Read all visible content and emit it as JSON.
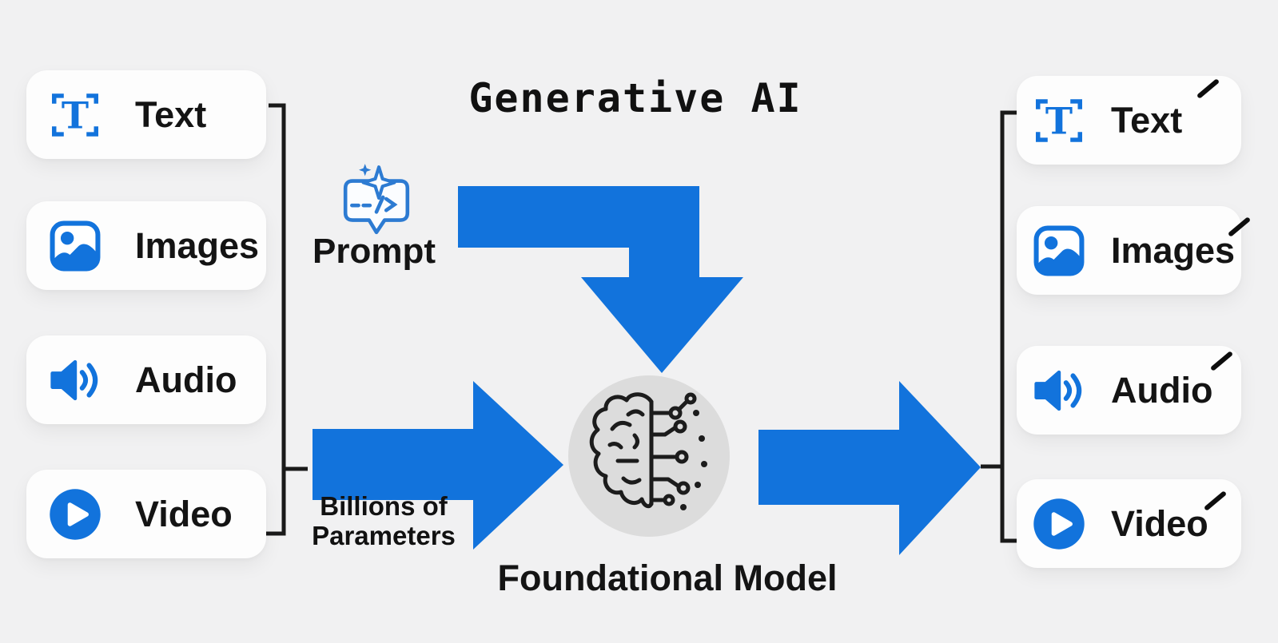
{
  "title": "Generative AI",
  "colors": {
    "accent_blue": "#1273DC",
    "background": "#F1F1F2",
    "card": "#FDFDFD",
    "line_black": "#1A1A1A",
    "model_circle_fill": "#DCDCDC"
  },
  "inputs": {
    "items": [
      {
        "label": "Text",
        "icon": "text-scan-icon"
      },
      {
        "label": "Images",
        "icon": "image-icon"
      },
      {
        "label": "Audio",
        "icon": "speaker-icon"
      },
      {
        "label": "Video",
        "icon": "play-circle-icon"
      }
    ]
  },
  "outputs": {
    "items": [
      {
        "label": "Text",
        "icon": "text-scan-icon",
        "generated_mark": "slash"
      },
      {
        "label": "Images",
        "icon": "image-icon",
        "generated_mark": "slash"
      },
      {
        "label": "Audio",
        "icon": "speaker-icon",
        "generated_mark": "slash"
      },
      {
        "label": "Video",
        "icon": "play-circle-icon",
        "generated_mark": "slash"
      }
    ]
  },
  "prompt": {
    "label": "Prompt",
    "icon": "prompt-sparkle-bubble-icon"
  },
  "parameters": {
    "line1": "Billions of",
    "line2": "Parameters"
  },
  "model": {
    "label": "Foundational Model",
    "icon": "brain-circuit-icon"
  }
}
